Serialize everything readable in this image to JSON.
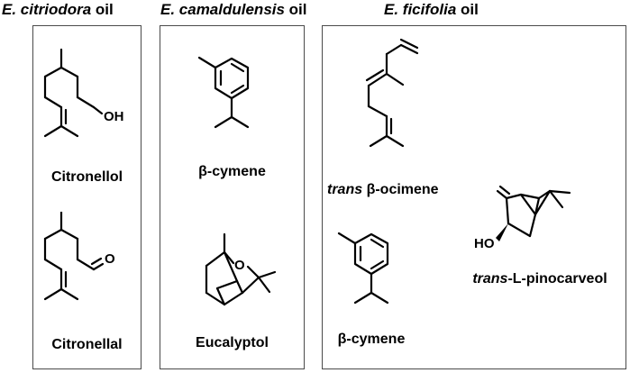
{
  "panels": [
    {
      "title_species": "E. citriodora",
      "title_suffix": " oil",
      "compounds": [
        {
          "name": "Citronellol",
          "label_prefix": "",
          "label_main": "Citronellol",
          "group_text": "OH"
        },
        {
          "name": "Citronellal",
          "label_prefix": "",
          "label_main": "Citronellal",
          "group_text": "O"
        }
      ]
    },
    {
      "title_species": "E. camaldulensis",
      "title_suffix": " oil",
      "compounds": [
        {
          "name": "β-cymene",
          "label_prefix": "",
          "label_main": "β-cymene"
        },
        {
          "name": "Eucalyptol",
          "label_prefix": "",
          "label_main": "Eucalyptol",
          "group_text": "O"
        }
      ]
    },
    {
      "title_species": "E. ficifolia",
      "title_suffix": " oil",
      "compounds": [
        {
          "name": "trans β-ocimene",
          "label_prefix": "trans",
          "label_main": " β-ocimene"
        },
        {
          "name": "β-cymene",
          "label_prefix": "",
          "label_main": "β-cymene"
        },
        {
          "name": "trans-L-pinocarveol",
          "label_prefix": "trans",
          "label_main": "-L-pinocarveol",
          "group_text": "HO"
        }
      ]
    }
  ],
  "colors": {
    "line": "#000000",
    "border": "#4a4a4a",
    "background": "#ffffff"
  }
}
